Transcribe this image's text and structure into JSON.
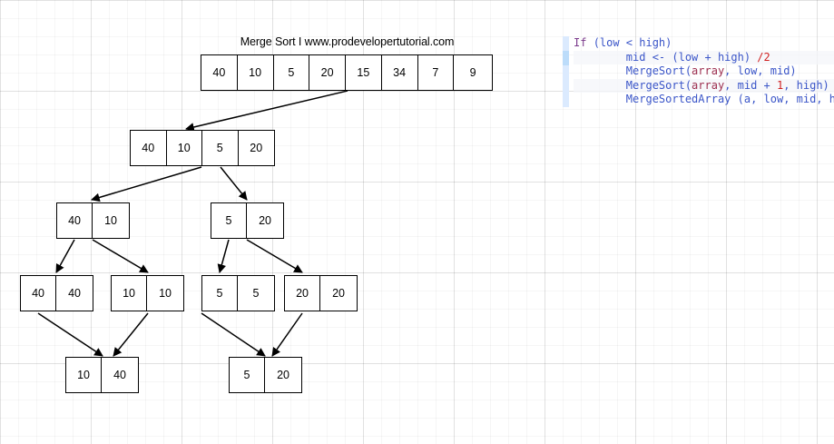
{
  "diagram": {
    "title": "Merge Sort I www.prodevelopertutorial.com",
    "type": "merge-sort-recursion-tree",
    "levels": [
      {
        "name": "root-array",
        "nodes": [
          {
            "name": "node-root",
            "values": [
              "40",
              "10",
              "5",
              "20",
              "15",
              "34",
              "7",
              "9"
            ]
          }
        ]
      },
      {
        "name": "level-2",
        "nodes": [
          {
            "name": "node-left-half",
            "values": [
              "40",
              "10",
              "5",
              "20"
            ]
          }
        ]
      },
      {
        "name": "level-3",
        "nodes": [
          {
            "name": "node-l1",
            "values": [
              "40",
              "10"
            ]
          },
          {
            "name": "node-l2",
            "values": [
              "5",
              "20"
            ]
          }
        ]
      },
      {
        "name": "level-4",
        "nodes": [
          {
            "name": "node-leaf-1",
            "values": [
              "40",
              "40"
            ]
          },
          {
            "name": "node-leaf-2",
            "values": [
              "10",
              "10"
            ]
          },
          {
            "name": "node-leaf-3",
            "values": [
              "5",
              "5"
            ]
          },
          {
            "name": "node-leaf-4",
            "values": [
              "20",
              "20"
            ]
          }
        ]
      },
      {
        "name": "level-5-merged",
        "nodes": [
          {
            "name": "node-merged-1",
            "values": [
              "10",
              "40"
            ]
          },
          {
            "name": "node-merged-2",
            "values": [
              "5",
              "20"
            ]
          }
        ]
      }
    ]
  },
  "code": {
    "lines": [
      {
        "tokens": [
          {
            "text": "If ",
            "style": "kw"
          },
          {
            "text": "(low < high)",
            "style": "plain"
          }
        ]
      },
      {
        "tokens": [
          {
            "text": "        mid <- (low + high) ",
            "style": "plain"
          },
          {
            "text": "/",
            "style": "num"
          },
          {
            "text": "2",
            "style": "num"
          }
        ]
      },
      {
        "tokens": [
          {
            "text": "        MergeSort(",
            "style": "fn"
          },
          {
            "text": "array",
            "style": "var"
          },
          {
            "text": ", low, mid)",
            "style": "plain"
          }
        ]
      },
      {
        "tokens": [
          {
            "text": "        MergeSort(",
            "style": "fn"
          },
          {
            "text": "array",
            "style": "var"
          },
          {
            "text": ", mid + ",
            "style": "plain"
          },
          {
            "text": "1",
            "style": "num"
          },
          {
            "text": ", high)",
            "style": "plain"
          }
        ]
      },
      {
        "tokens": [
          {
            "text": "        MergeSortedArray (a, low, mid, h",
            "style": "fn"
          }
        ]
      }
    ]
  },
  "colors": {
    "node_border": "#000000",
    "arrow": "#000000",
    "keyword": "#7b3a8c",
    "identifier": "#3a55c8",
    "variable": "#9c2d4e",
    "number": "#d02020",
    "gutter": "#dbeafe"
  }
}
